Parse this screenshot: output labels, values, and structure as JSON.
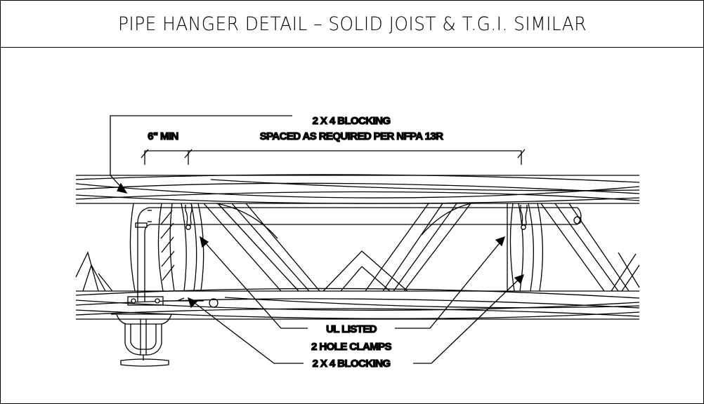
{
  "title": "PIPE HANGER DETAIL – SOLID JOIST & T.G.I. SIMILAR",
  "labels": {
    "blocking_top": "2 X 4 BLOCKING",
    "spacing_note": "SPACED AS REQUIRED PER NFPA 13R",
    "min_dim": "6\" MIN",
    "ul_listed": "UL LISTED",
    "clamps": "2 HOLE CLAMPS",
    "blocking_bottom": "2 X 4 BLOCKING"
  }
}
